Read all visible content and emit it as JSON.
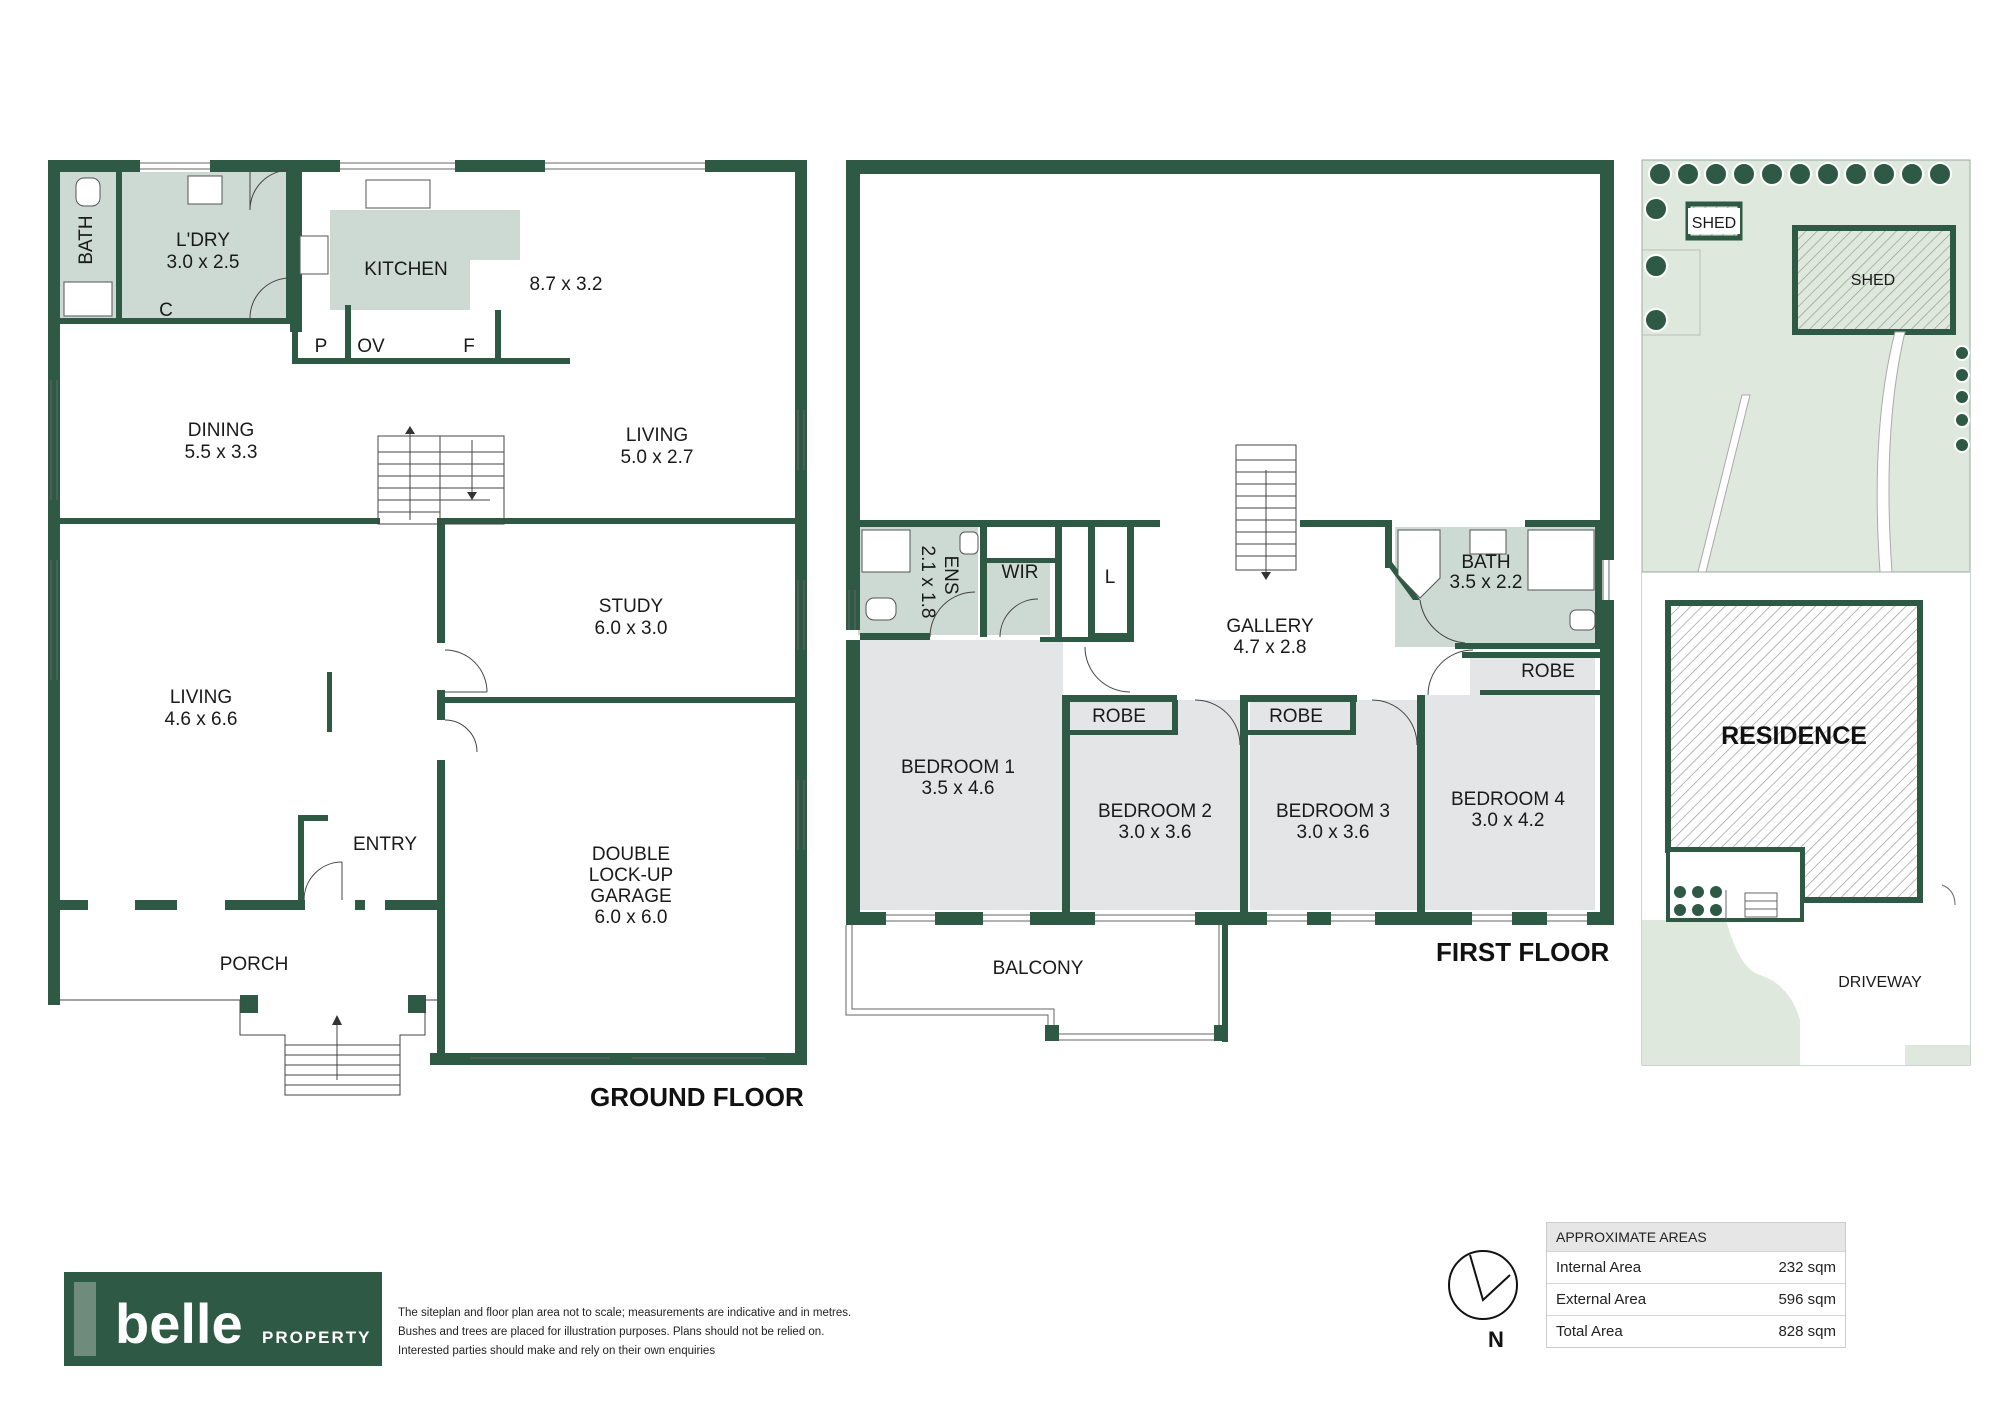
{
  "ground_floor": {
    "title": "GROUND FLOOR",
    "rooms": {
      "bath": "BATH",
      "ldry": "L'DRY",
      "ldry_dim": "3.0 x 2.5",
      "c": "C",
      "kitchen": "KITCHEN",
      "kitchen_dim": "8.7 x 3.2",
      "p": "P",
      "ov": "OV",
      "f": "F",
      "dining": "DINING",
      "dining_dim": "5.5 x 3.3",
      "living_upper": "LIVING",
      "living_upper_dim": "5.0 x 2.7",
      "living": "LIVING",
      "living_dim": "4.6 x 6.6",
      "study": "STUDY",
      "study_dim": "6.0 x 3.0",
      "entry": "ENTRY",
      "garage_1": "DOUBLE",
      "garage_2": "LOCK-UP",
      "garage_3": "GARAGE",
      "garage_dim": "6.0 x 6.0",
      "porch": "PORCH"
    }
  },
  "first_floor": {
    "title": "FIRST FLOOR",
    "rooms": {
      "ens": "ENS",
      "ens_dim": "2.1 x 1.8",
      "wir": "WIR",
      "l": "L",
      "gallery": "GALLERY",
      "gallery_dim": "4.7 x 2.8",
      "bath": "BATH",
      "bath_dim": "3.5 x 2.2",
      "robe_1": "ROBE",
      "robe_2": "ROBE",
      "robe_3": "ROBE",
      "bed1": "BEDROOM 1",
      "bed1_dim": "3.5 x 4.6",
      "bed2": "BEDROOM 2",
      "bed2_dim": "3.0 x 3.6",
      "bed3": "BEDROOM 3",
      "bed3_dim": "3.0 x 3.6",
      "bed4": "BEDROOM 4",
      "bed4_dim": "3.0 x 4.2",
      "balcony": "BALCONY"
    }
  },
  "site": {
    "shed_small": "SHED",
    "shed_large": "SHED",
    "residence": "RESIDENCE",
    "driveway": "DRIVEWAY"
  },
  "compass": {
    "label": "N"
  },
  "logo": {
    "brand": "belle",
    "sub": "PROPERTY"
  },
  "disclaimer": {
    "line1": "The siteplan and floor plan area not to scale; measurements are indicative and in metres.",
    "line2": "Bushes and trees are placed for illustration purposes. Plans should not be relied on.",
    "line3": "Interested parties should make and rely on their own enquiries"
  },
  "areas": {
    "header": "APPROXIMATE AREAS",
    "rows": [
      {
        "label": "Internal Area",
        "value": "232 sqm"
      },
      {
        "label": "External Area",
        "value": "596 sqm"
      },
      {
        "label": "Total Area",
        "value": "828 sqm"
      }
    ]
  },
  "colors": {
    "wall": "#2e5a45",
    "wet_area": "#cdd9d3",
    "bedroom": "#e3e5e6",
    "site_green": "#dfe8dc",
    "logo_bg": "#2e5a45"
  }
}
